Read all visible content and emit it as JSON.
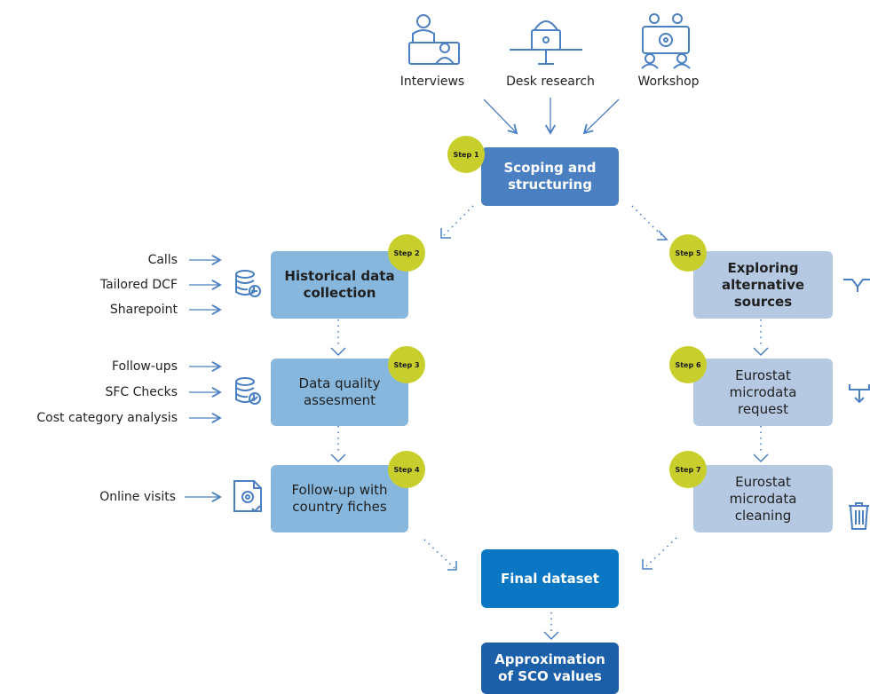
{
  "sources": [
    "Interviews",
    "Desk research",
    "Workshop"
  ],
  "steps": {
    "s1": {
      "badge": "Step 1",
      "label": "Scoping and structuring"
    },
    "s2": {
      "badge": "Step 2",
      "label": "Historical data collection"
    },
    "s3": {
      "badge": "Step 3",
      "label": "Data quality assesment"
    },
    "s4": {
      "badge": "Step 4",
      "label": "Follow-up with country fiches"
    },
    "s5": {
      "badge": "Step 5",
      "label": "Exploring alternative sources"
    },
    "s6": {
      "badge": "Step 6",
      "label": "Eurostat microdata request"
    },
    "s7": {
      "badge": "Step 7",
      "label": "Eurostat microdata cleaning"
    }
  },
  "final": "Final dataset",
  "approx": "Approximation of SCO values",
  "inputs": {
    "s2": [
      "Calls",
      "Tailored DCF",
      "Sharepoint"
    ],
    "s3": [
      "Follow-ups",
      "SFC Checks",
      "Cost category analysis"
    ],
    "s4": [
      "Online visits"
    ]
  },
  "colors": {
    "step1": "#4a7fc1",
    "left_steps": "#87b7dd",
    "right_steps": "#b5c9e3",
    "final": "#0b77c4",
    "approx": "#1a5fa8",
    "badge": "#c8cf2d",
    "arrows": "#4a7fc1"
  },
  "icons": [
    "interview-icon",
    "desk-research-icon",
    "workshop-icon",
    "database-arrow-icon",
    "database-check-icon",
    "document-gear-icon",
    "filter-icon",
    "download-icon",
    "trash-icon"
  ]
}
